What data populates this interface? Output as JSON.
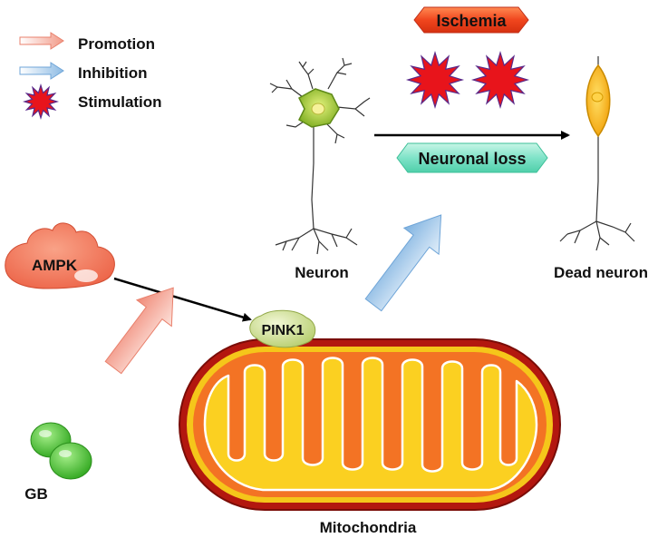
{
  "legend": {
    "promotion": "Promotion",
    "inhibition": "Inhibition",
    "stimulation": "Stimulation"
  },
  "labels": {
    "ischemia": "Ischemia",
    "neuronal_loss": "Neuronal loss",
    "neuron": "Neuron",
    "dead_neuron": "Dead neuron",
    "ampk": "AMPK",
    "pink1": "PINK1",
    "gb": "GB",
    "mitochondria": "Mitochondria"
  },
  "colors": {
    "promotion_arrow": "#f4a79a",
    "inhibition_arrow": "#a9cbe9",
    "stimulation_star": "#e8141b",
    "ischemia_box": "#f05a2a",
    "neuronal_loss_box": "#7fe3c8",
    "ampk": "#f27a5c",
    "pink1": "#c8d98a",
    "gb": "#4ec23a",
    "mito_outer": "#b81a12",
    "mito_inner": "#f07a28",
    "mito_matrix": "#fbc21c",
    "neuron": "#9bc73a",
    "dead_neuron": "#f7b80e"
  }
}
